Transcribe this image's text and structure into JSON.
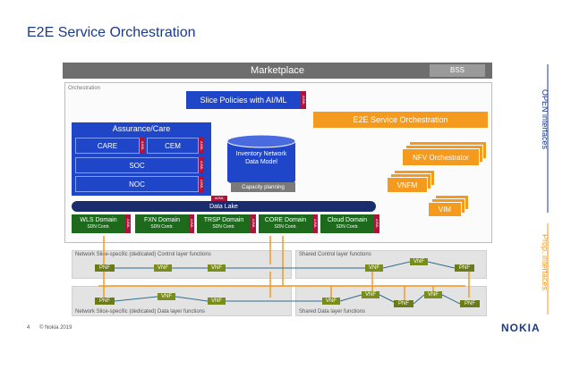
{
  "page": {
    "title": "E2E Service Orchestration",
    "page_number": "4",
    "copyright": "© Nokia 2019",
    "logo": "NOKIA"
  },
  "top": {
    "marketplace": "Marketplace",
    "bss": "BSS"
  },
  "orchestration": {
    "label": "Orchestration",
    "slice_policies": "Slice Policies with AI/ML",
    "e2e_service_orchestration": "E2E Service Orchestration",
    "assurance_care": "Assurance/Care",
    "care": "CARE",
    "cem": "CEM",
    "soc": "SOC",
    "noc": "NOC",
    "inventory": "Inventory Network Data Model",
    "capacity_planning": "Capacity planning",
    "nfv_orchestrator": "NFV Orchestrator",
    "vnfm": "VNFM",
    "vim": "VIM",
    "data_lake": "Data Lake",
    "aiml": "AI/ML",
    "domains": [
      {
        "name": "WLS Domain",
        "sub": "SDN Contr."
      },
      {
        "name": "FXN Domain",
        "sub": "SDN Contr."
      },
      {
        "name": "TRSP Domain",
        "sub": "SDN Contr."
      },
      {
        "name": "CORE Domain",
        "sub": "SDN Contr."
      },
      {
        "name": "Cloud Domain",
        "sub": "SDN Contr."
      }
    ]
  },
  "layers": {
    "control_slice": "Network Slice-specific (dedicated) Control layer functions",
    "control_shared": "Shared Control layer functions",
    "data_slice": "Network Slice-specific (dedicated) Data layer functions",
    "data_shared": "Shared Data layer functions",
    "pnf": "PNF",
    "vnf": "VNF"
  },
  "side": {
    "open_interfaces": "OPEN interfaces",
    "prop_interfaces": "Prop. interfaces"
  },
  "colors": {
    "blue": "#1f46c8",
    "orange": "#f39a1f",
    "green": "#1d6a1d",
    "accent_red": "#b0123a"
  }
}
